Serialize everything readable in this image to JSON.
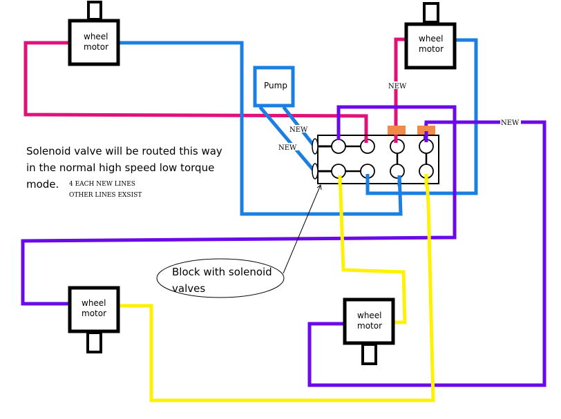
{
  "colors": {
    "pink": "#e0127a",
    "blue": "#1a7fe0",
    "purple": "#6a0ae8",
    "yellow": "#fff200",
    "orange": "#f08a4b",
    "black": "#000000"
  },
  "motors": [
    {
      "id": "top-left",
      "line1": "wheel",
      "line2": "motor"
    },
    {
      "id": "top-right",
      "line1": "wheel",
      "line2": "motor"
    },
    {
      "id": "bottom-left",
      "line1": "wheel",
      "line2": "motor"
    },
    {
      "id": "bottom-right",
      "line1": "wheel",
      "line2": "motor"
    }
  ],
  "pump": {
    "label": "Pump"
  },
  "new_labels": [
    "NEW",
    "NEW",
    "NEW",
    "NEW"
  ],
  "note": {
    "line1": "Solenoid valve will be routed this way",
    "line2": "in the normal high speed low torque",
    "line3": "mode.",
    "small1": "4 EACH NEW LINES",
    "small2": "OTHER LINES   EXSIST"
  },
  "callout": {
    "line1": "Block with solenoid",
    "line2": "valves"
  }
}
